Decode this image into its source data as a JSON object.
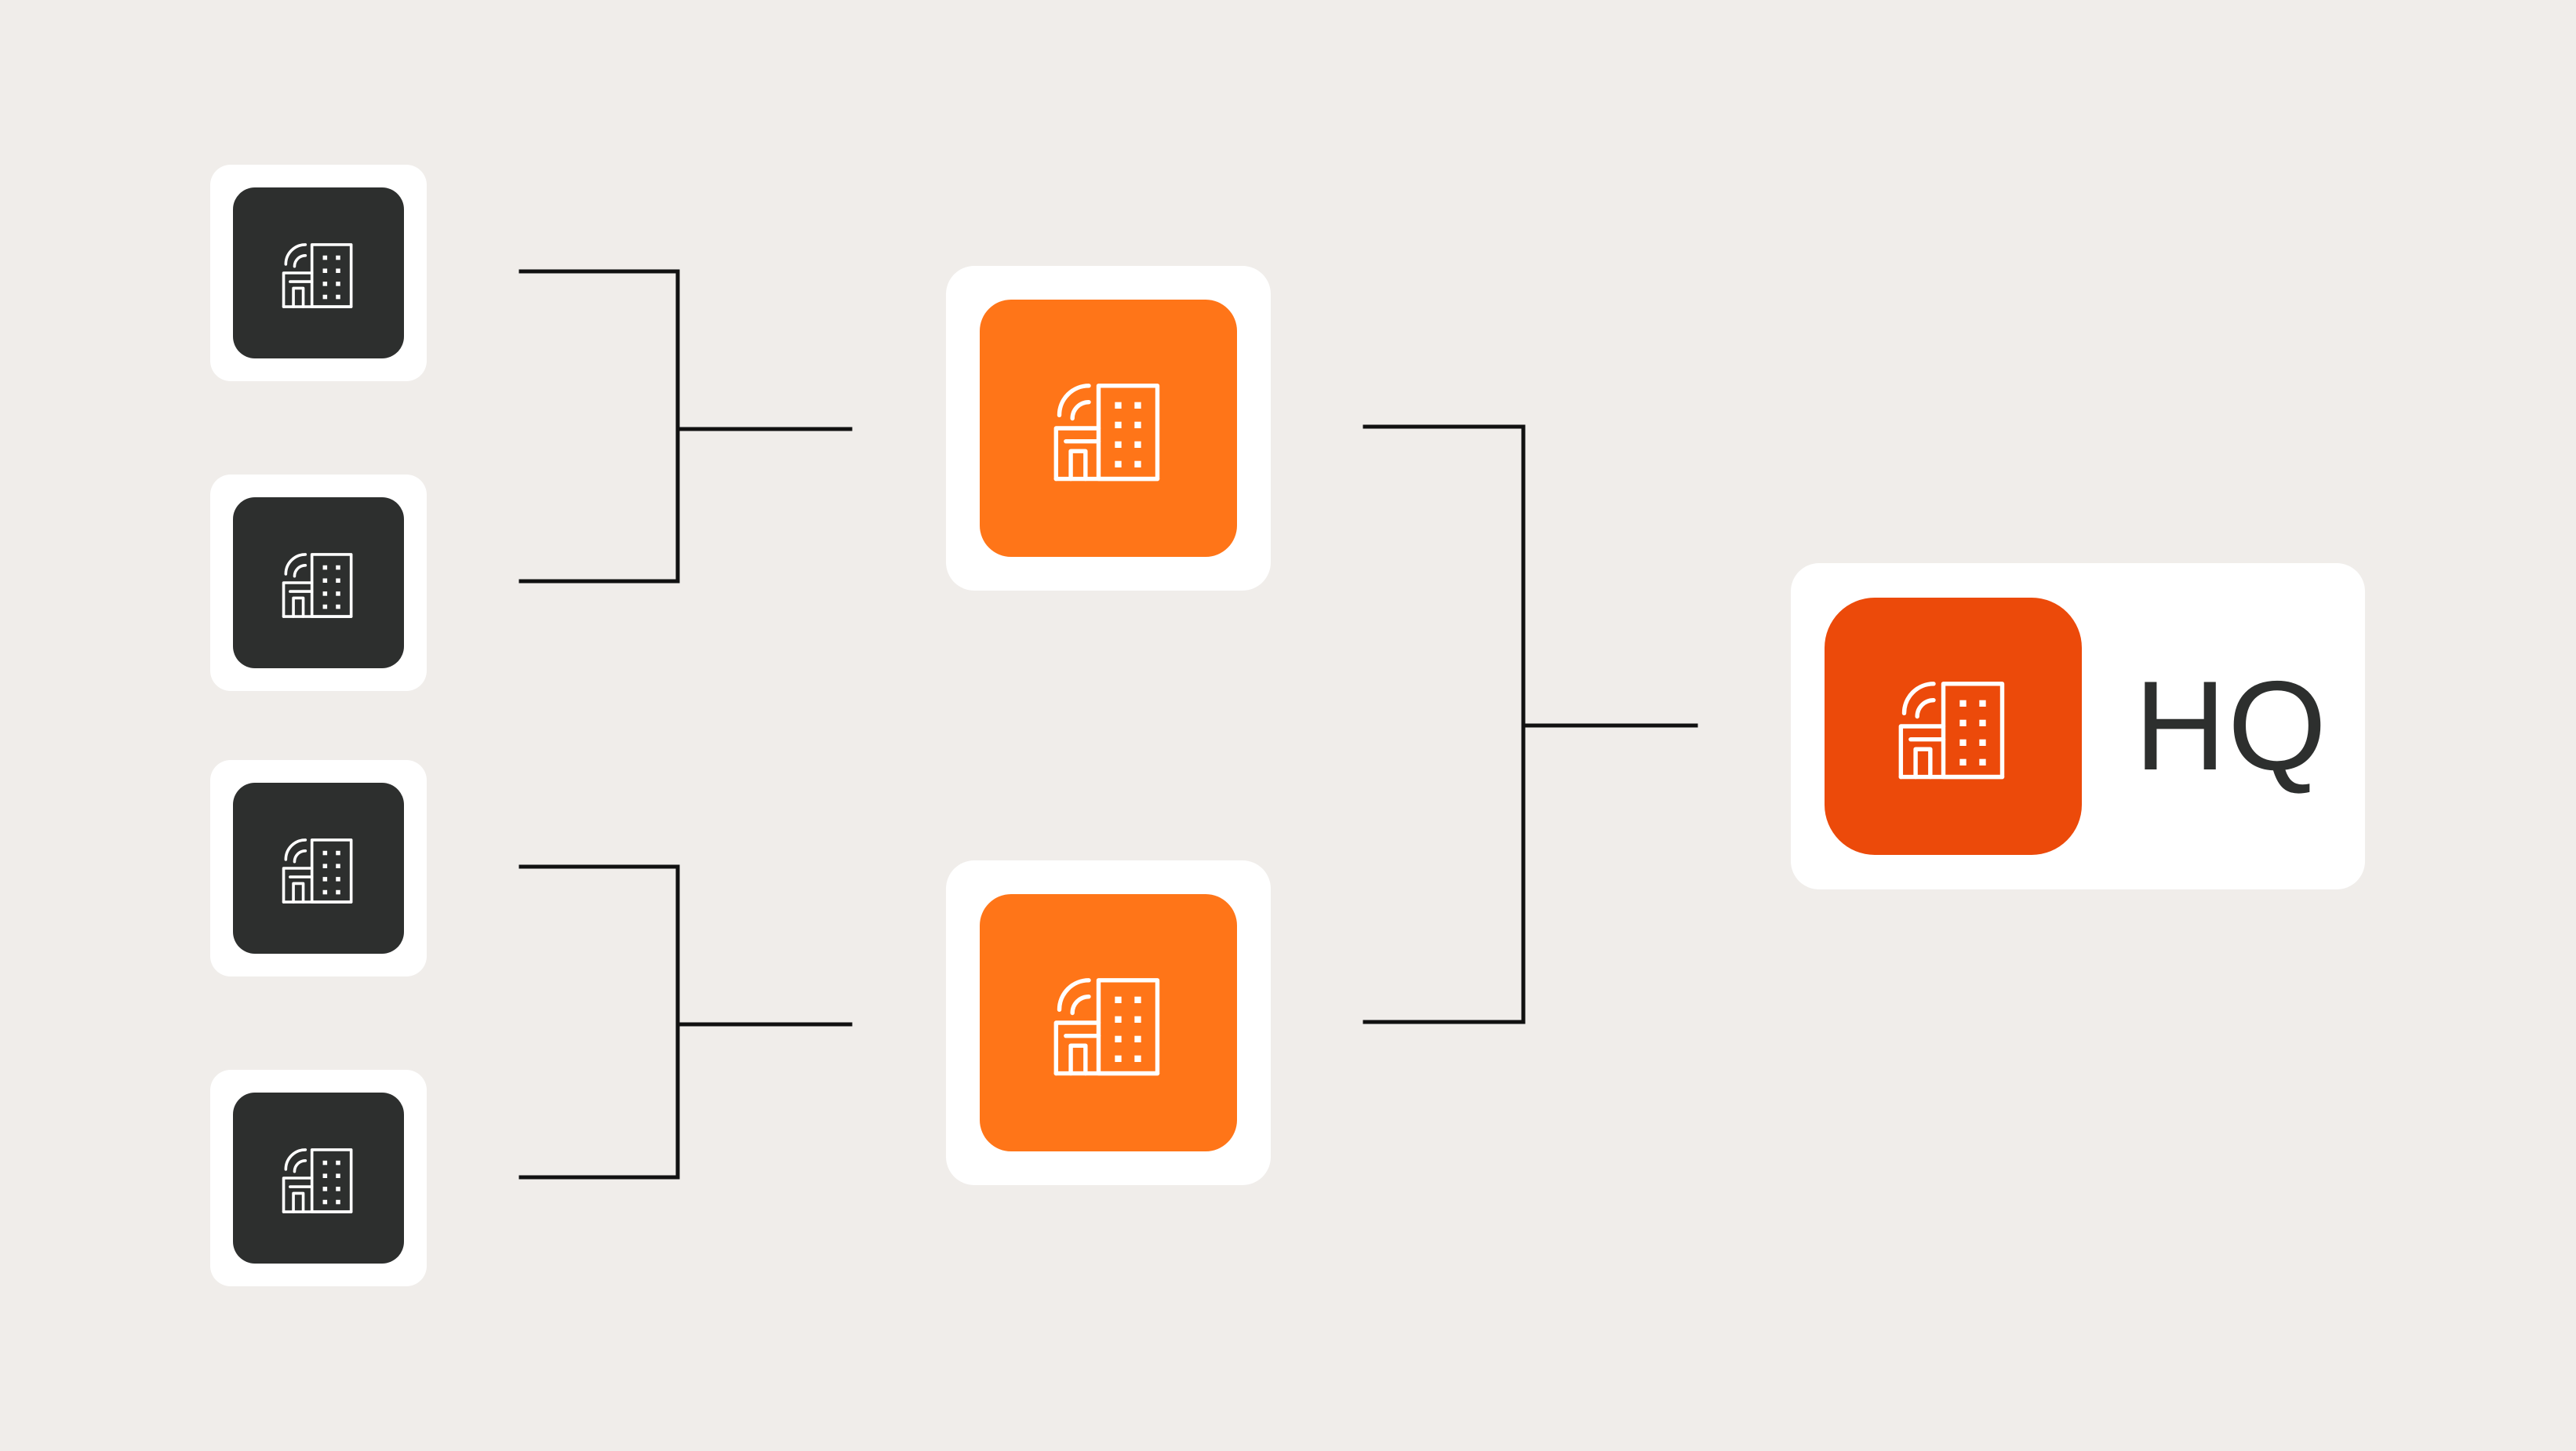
{
  "diagram": {
    "background_color": "#f0edea",
    "card_color": "#ffffff",
    "line_color": "#111111",
    "tiers": [
      {
        "name": "branch-offices",
        "tile_color": "#2d2f2e",
        "icon": "connected-building-icon",
        "count": 4
      },
      {
        "name": "regional-offices",
        "tile_color": "#ff7518",
        "icon": "connected-building-icon",
        "count": 2
      },
      {
        "name": "headquarters",
        "tile_color": "#ec4a0a",
        "icon": "connected-building-icon",
        "count": 1
      }
    ],
    "hq": {
      "label": "HQ"
    }
  }
}
